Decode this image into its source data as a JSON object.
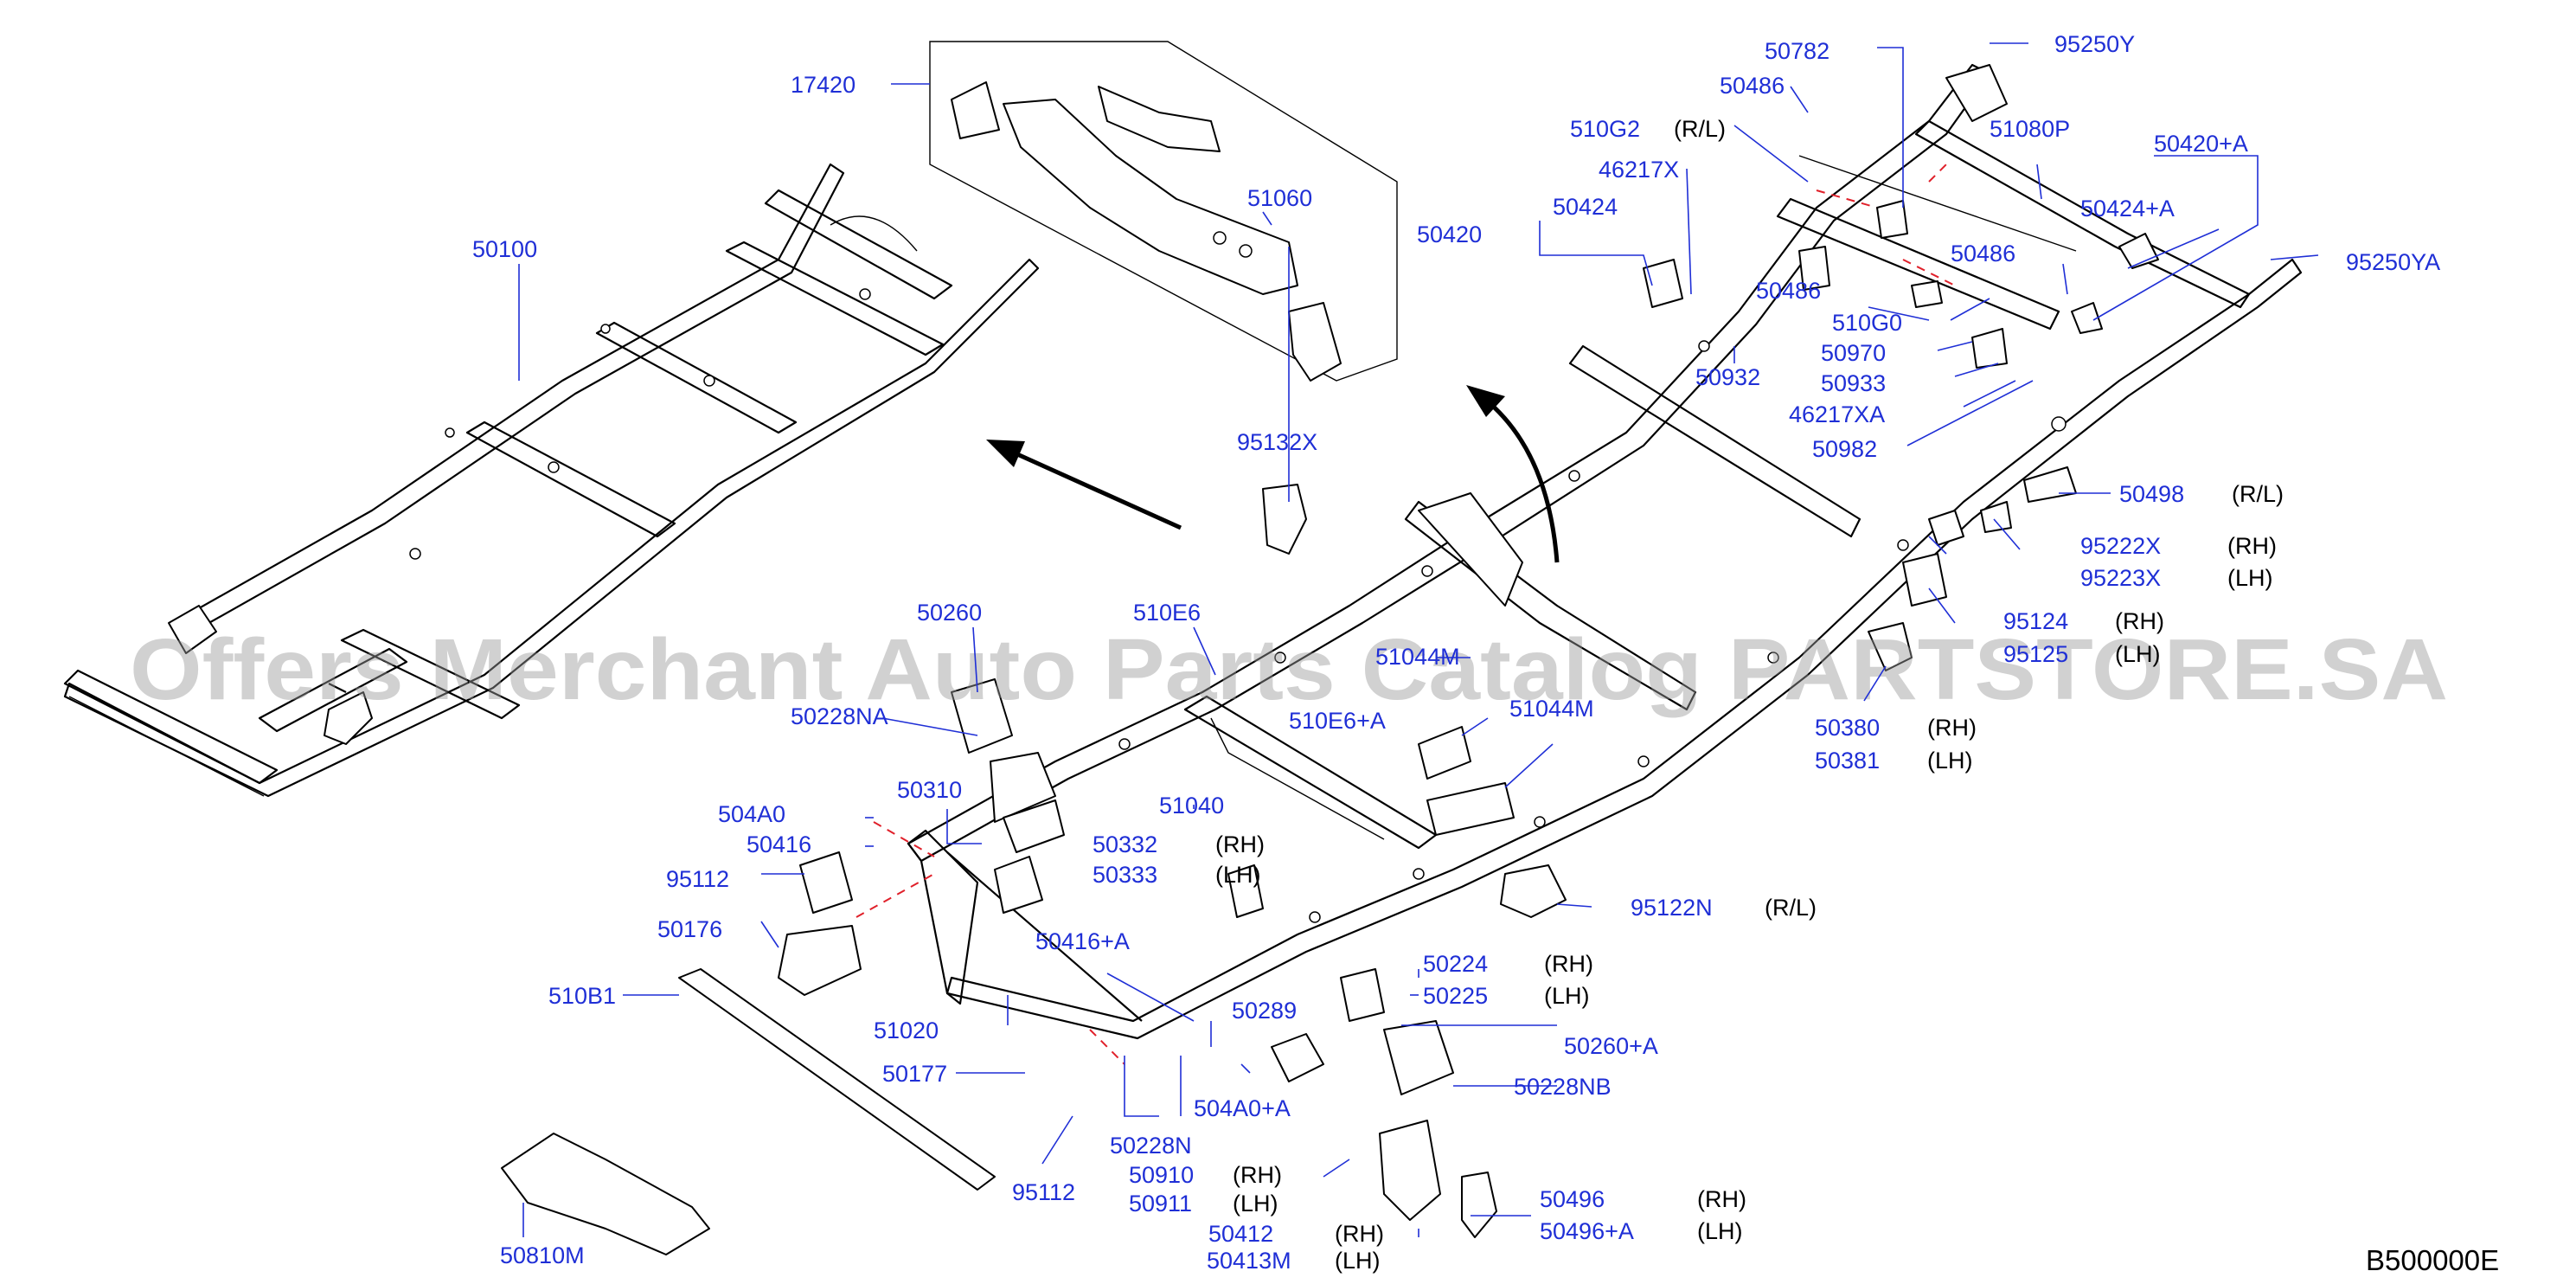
{
  "diagram": {
    "code": "B500000E",
    "watermark": "Offers Merchant Auto Parts Catalog PARTSTORE.SA",
    "accent_color": "#1f2fd6",
    "leader_color": "#1f2fd6",
    "dash_color": "#e0202a",
    "labels": {
      "p17420": "17420",
      "p50100": "50100",
      "p51060": "51060",
      "p50420": "50420",
      "p95132x": "95132X",
      "p50260": "50260",
      "p510e6": "510E6",
      "p51044m_a": "51044M",
      "p510e6a": "510E6+A",
      "p51044m_b": "51044M",
      "p50228na": "50228NA",
      "p50310": "50310",
      "p51040": "51040",
      "p504a0": "504A0",
      "p50416": "50416",
      "p50332": "50332",
      "p50333": "50333",
      "p95112_a": "95112",
      "p50176": "50176",
      "p50416a": "50416+A",
      "p510b1": "510B1",
      "p51020": "51020",
      "p50289": "50289",
      "p50177": "50177",
      "p504a0a": "504A0+A",
      "p50228n": "50228N",
      "p95112_b": "95112",
      "p50910": "50910",
      "p50911": "50911",
      "p50412": "50412",
      "p50413m": "50413M",
      "p50810m": "50810M",
      "p50224": "50224",
      "p50225": "50225",
      "p50260a": "50260+A",
      "p50228nb": "50228NB",
      "p50496": "50496",
      "p50496a": "50496+A",
      "p95122n": "95122N",
      "p50380": "50380",
      "p50381": "50381",
      "p95124": "95124",
      "p95125": "95125",
      "p95222x": "95222X",
      "p95223x": "95223X",
      "p50498": "50498",
      "p95250ya": "95250YA",
      "p95250y": "95250Y",
      "p50782": "50782",
      "p50486_a": "50486",
      "p510g2": "510G2",
      "p46217x": "46217X",
      "p50424": "50424",
      "p51080p": "51080P",
      "p50420a": "50420+A",
      "p50424a": "50424+A",
      "p50486_b": "50486",
      "p50486_c": "50486",
      "p510g0": "510G0",
      "p50970": "50970",
      "p50932": "50932",
      "p50933": "50933",
      "p46217xa": "46217XA",
      "p50982": "50982"
    },
    "sides": {
      "s510g2": "(R/L)",
      "s50332": "(RH)",
      "s50333": "(LH)",
      "s50910": "(RH)",
      "s50911": "(LH)",
      "s50412": "(RH)",
      "s50413m": "(LH)",
      "s50224": "(RH)",
      "s50225": "(LH)",
      "s50496": "(RH)",
      "s50496a": "(LH)",
      "s95122n": "(R/L)",
      "s50380": "(RH)",
      "s50381": "(LH)",
      "s95124": "(RH)",
      "s95125": "(LH)",
      "s95222x": "(RH)",
      "s95223x": "(LH)",
      "s50498": "(R/L)"
    }
  }
}
